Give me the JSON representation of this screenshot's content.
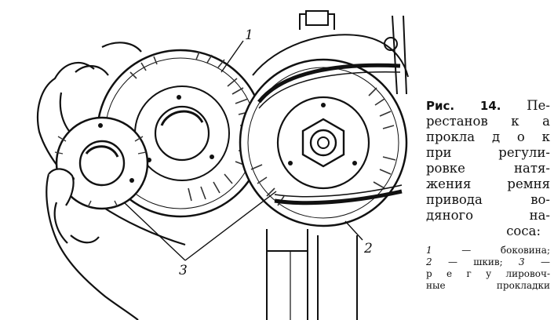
{
  "figure": {
    "callouts": [
      "1",
      "2",
      "3"
    ]
  },
  "caption": {
    "lead": "Рис. 14.",
    "lines": [
      "Пе-",
      "рестанов к а",
      "прокла д о к",
      "при регули-",
      "ровке натя-",
      "жения ремня",
      "привода во-",
      "дяного на-",
      "coca:"
    ]
  },
  "legend": {
    "items": [
      {
        "num": "1",
        "text": "— боковина;"
      },
      {
        "num": "2",
        "text": "— шкив;"
      },
      {
        "num": "3",
        "text": "—"
      }
    ],
    "tail_lines": [
      "р е г у лировоч-",
      "ные прокладки"
    ]
  }
}
